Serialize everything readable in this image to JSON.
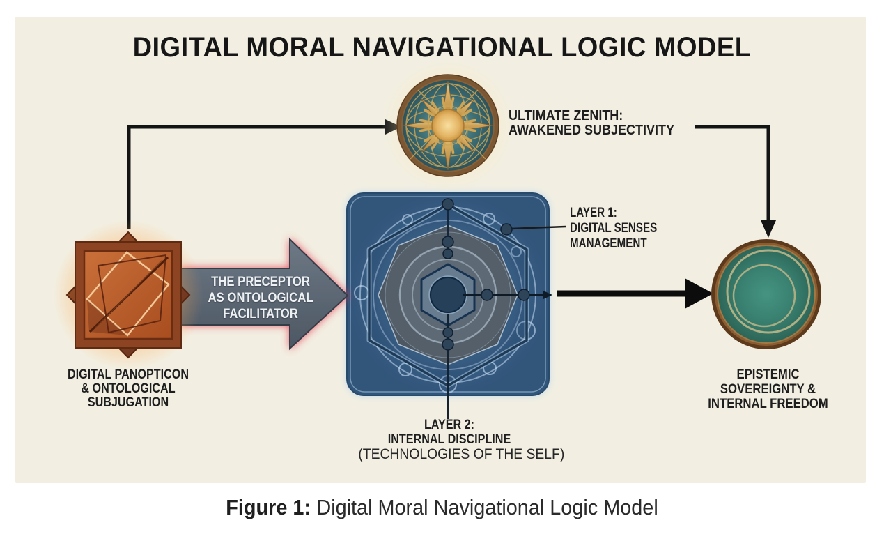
{
  "figure": {
    "title": "DIGITAL MORAL NAVIGATIONAL LOGIC MODEL",
    "caption_prefix": "Figure 1:",
    "caption_text": "Digital Moral Navigational Logic Model"
  },
  "nodes": {
    "zenith": {
      "label": "ULTIMATE ZENITH:\nAWAKENED SUBJECTIVITY",
      "icon": "compass-globe-icon"
    },
    "panopticon": {
      "label": "DIGITAL PANOPTICON\n& ONTOLOGICAL\nSUBJUGATION",
      "icon": "eight-pointed-star-icon"
    },
    "preceptor": {
      "label": "THE PRECEPTOR\nAS ONTOLOGICAL\nFACILITATOR",
      "icon": "block-arrow-right-icon"
    },
    "mandala": {
      "icon": "hexagonal-mandala-icon"
    },
    "layer1": {
      "label": "LAYER 1:\nDIGITAL SENSES\nMANAGEMENT"
    },
    "layer2": {
      "label": "LAYER 2:\nINTERNAL DISCIPLINE",
      "sublabel": "(TECHNOLOGIES OF THE SELF)"
    },
    "epistemic": {
      "label": "EPISTEMIC\nSOVEREIGNTY &\nINTERNAL FREEDOM",
      "icon": "concentric-rings-icon"
    }
  },
  "colors": {
    "page_background": "#ffffff",
    "panel_background": "#f2efe2",
    "text": "#1e1e1e",
    "arrow_black": "#141414",
    "preceptor_arrow_fill": "#5a6673",
    "preceptor_glow_red": "#e63e52",
    "mandala_square_blue": "#3d6287",
    "panopticon_orange": "#b35b2b",
    "panopticon_glow": "#ffae4d",
    "zenith_gold": "#d9a94f",
    "zenith_teal": "#3f707a",
    "epistemic_teal": "#37806e",
    "epistemic_rim_brown": "#7a4e2a"
  }
}
